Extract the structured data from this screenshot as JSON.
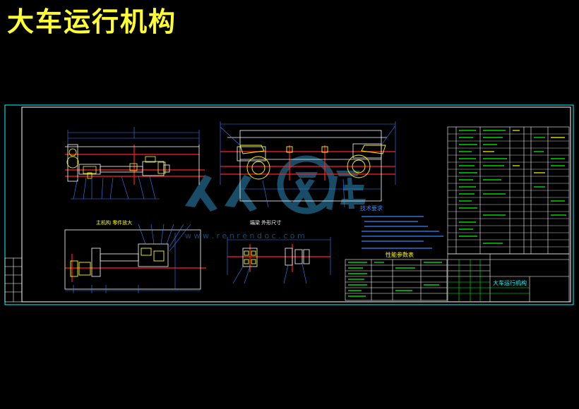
{
  "page": {
    "title": "大车运行机构"
  },
  "colors": {
    "background": "#000000",
    "title": "#ffff33",
    "frame": "#00ffff",
    "outline": "#ffffff",
    "rail": "#ff2020",
    "part": "#ffff00",
    "dimension": "#3388ff",
    "table_green": "#00ff00",
    "watermark": "#1a4f6e"
  },
  "drawing": {
    "technical_requirements_title": "技术要求",
    "parameter_table_title": "性能参数表",
    "view_label_left": "主机构   零件放大",
    "view_label_middle": "端梁  外形尺寸",
    "title_block_name": "大车运行机构",
    "watermark_url": "w w w . r e n r e n d o c . c o m"
  }
}
